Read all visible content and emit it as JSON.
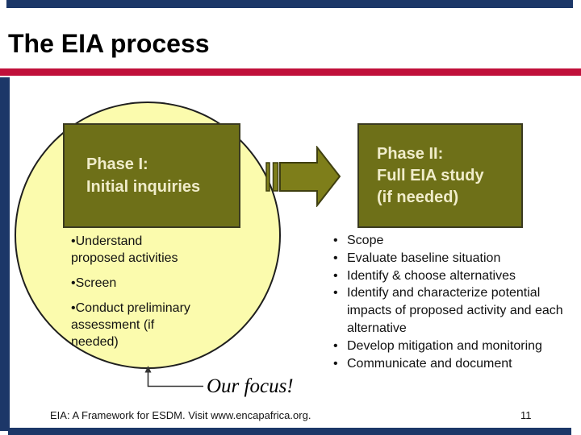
{
  "title": "The EIA process",
  "phase1": {
    "heading": [
      "Phase I:",
      "Initial inquiries"
    ],
    "bullets": [
      "Understand proposed activities",
      "Screen",
      "Conduct preliminary assessment (if needed)"
    ]
  },
  "phase2": {
    "heading": [
      "Phase II:",
      "Full EIA study",
      "(if needed)"
    ],
    "bullets": [
      "Scope",
      "Evaluate baseline situation",
      "Identify & choose alternatives",
      "Identify and characterize potential impacts of proposed activity and each alternative",
      "Develop mitigation and monitoring",
      "Communicate and document"
    ]
  },
  "annotation": {
    "label": "Our focus!"
  },
  "footer": {
    "text": "EIA: A Framework for ESDM. Visit www.encapafrica.org.",
    "page_number": "11"
  },
  "colors": {
    "navy": "#1c3768",
    "crimson": "#c0103a",
    "olive": "#6e7018",
    "arrow-olive": "#7e7e1a",
    "circle-fill": "#fbfbad",
    "cream": "#f0ecca"
  }
}
